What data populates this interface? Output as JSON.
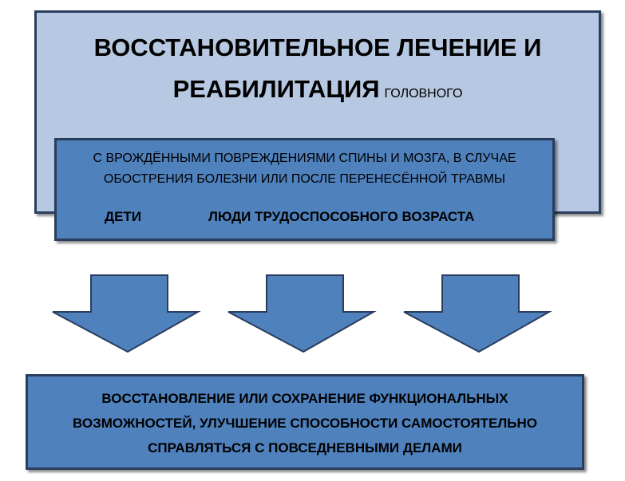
{
  "top": {
    "title_line1": "ВОССТАНОВИТЕЛЬНОЕ ЛЕЧЕНИЕ И",
    "title_line2": "РЕАБИЛИТАЦИЯ",
    "title_suffix": "ГОЛОВНОГО"
  },
  "middle": {
    "description": "С ВРОЖДЁННЫМИ ПОВРЕЖДЕНИЯМИ СПИНЫ И МОЗГА, В СЛУЧАЕ ОБОСТРЕНИЯ БОЛЕЗНИ ИЛИ ПОСЛЕ ПЕРЕНЕСЁННОЙ ТРАВМЫ",
    "group_children": "ДЕТИ",
    "group_adults": "ЛЮДИ ТРУДОСПОСОБНОГО ВОЗРАСТА"
  },
  "bottom": {
    "result": "ВОССТАНОВЛЕНИЕ ИЛИ СОХРАНЕНИЕ ФУНКЦИОНАЛЬНЫХ ВОЗМОЖНОСТЕЙ, УЛУЧШЕНИЕ СПОСОБНОСТИ САМОСТОЯТЕЛЬНО СПРАВЛЯТЬСЯ С ПОВСЕДНЕВНЫМИ ДЕЛАМИ"
  },
  "colors": {
    "light_box": "#b7c9e2",
    "dark_box": "#4f81bd",
    "border": "#2a3d5c"
  },
  "arrows": [
    "down-arrow",
    "down-arrow",
    "down-arrow"
  ]
}
